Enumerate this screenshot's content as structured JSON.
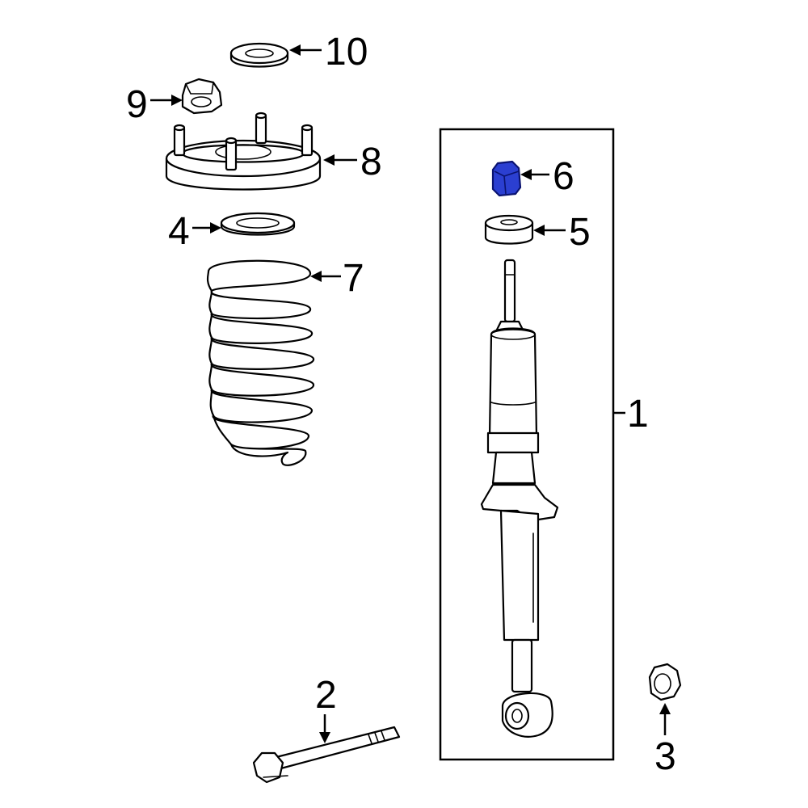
{
  "callouts": {
    "c1": "1",
    "c2": "2",
    "c3": "3",
    "c4": "4",
    "c5": "5",
    "c6": "6",
    "c7": "7",
    "c8": "8",
    "c9": "9",
    "c10": "10"
  },
  "highlight_part": "6",
  "colors": {
    "highlight_fill": "#2b3fd1",
    "line": "#000000",
    "background": "#ffffff"
  }
}
